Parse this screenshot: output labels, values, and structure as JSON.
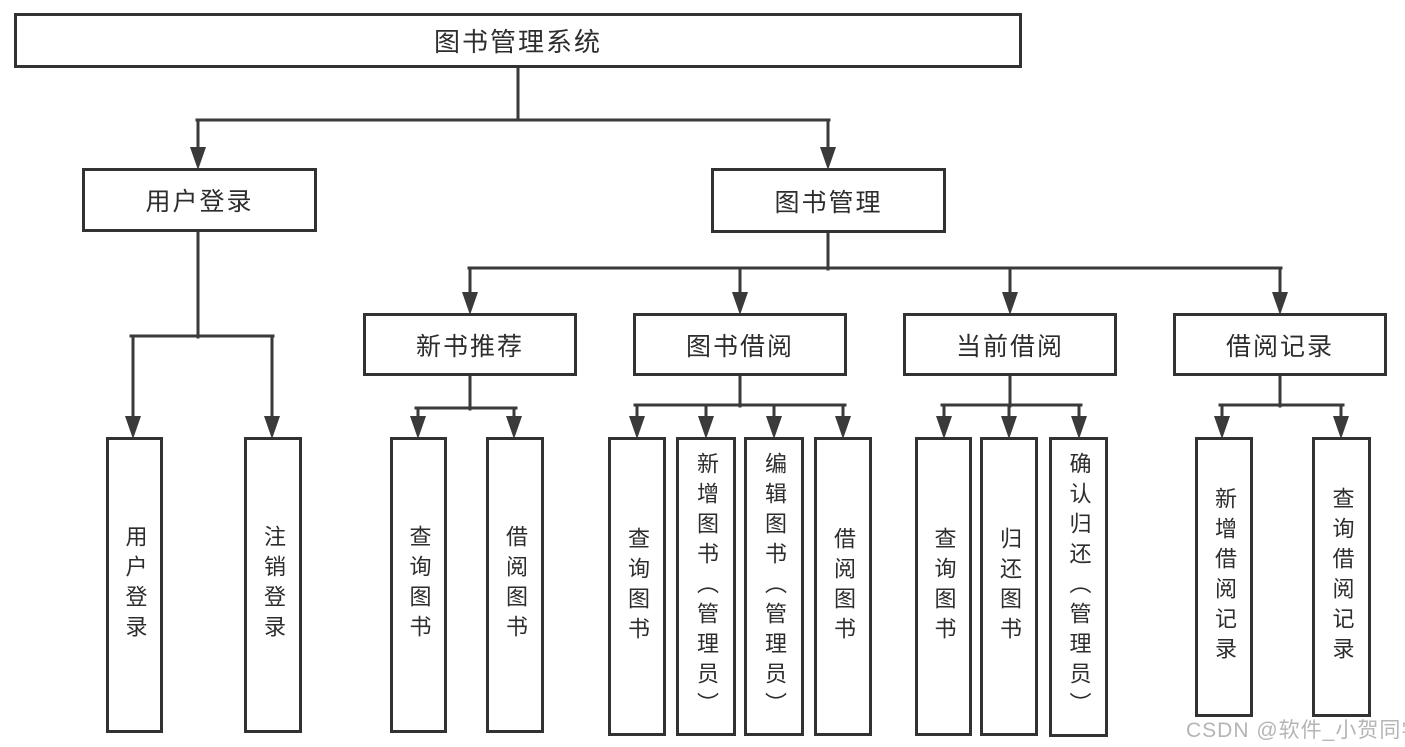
{
  "tree": {
    "root": {
      "label": "图书管理系统"
    },
    "branches": [
      {
        "label": "用户登录",
        "children": [
          {
            "label": "用户登录"
          },
          {
            "label": "注销登录"
          }
        ]
      },
      {
        "label": "图书管理",
        "children": [
          {
            "label": "新书推荐",
            "children": [
              {
                "label": "查询图书"
              },
              {
                "label": "借阅图书"
              }
            ]
          },
          {
            "label": "图书借阅",
            "children": [
              {
                "label": "查询图书"
              },
              {
                "label": "新增图书（管理员）"
              },
              {
                "label": "编辑图书（管理员）"
              },
              {
                "label": "借阅图书"
              }
            ]
          },
          {
            "label": "当前借阅",
            "children": [
              {
                "label": "查询图书"
              },
              {
                "label": "归还图书"
              },
              {
                "label": "确认归还（管理员）"
              }
            ]
          },
          {
            "label": "借阅记录",
            "children": [
              {
                "label": "新增借阅记录"
              },
              {
                "label": "查询借阅记录"
              }
            ]
          }
        ]
      }
    ]
  },
  "watermark": {
    "text": "CSDN @软件_小贺同学"
  },
  "colors": {
    "line": "#3a3a3a",
    "box_border": "#323232",
    "text": "#2d2d2d",
    "watermark": "#b5b5b5",
    "background": "#ffffff"
  }
}
